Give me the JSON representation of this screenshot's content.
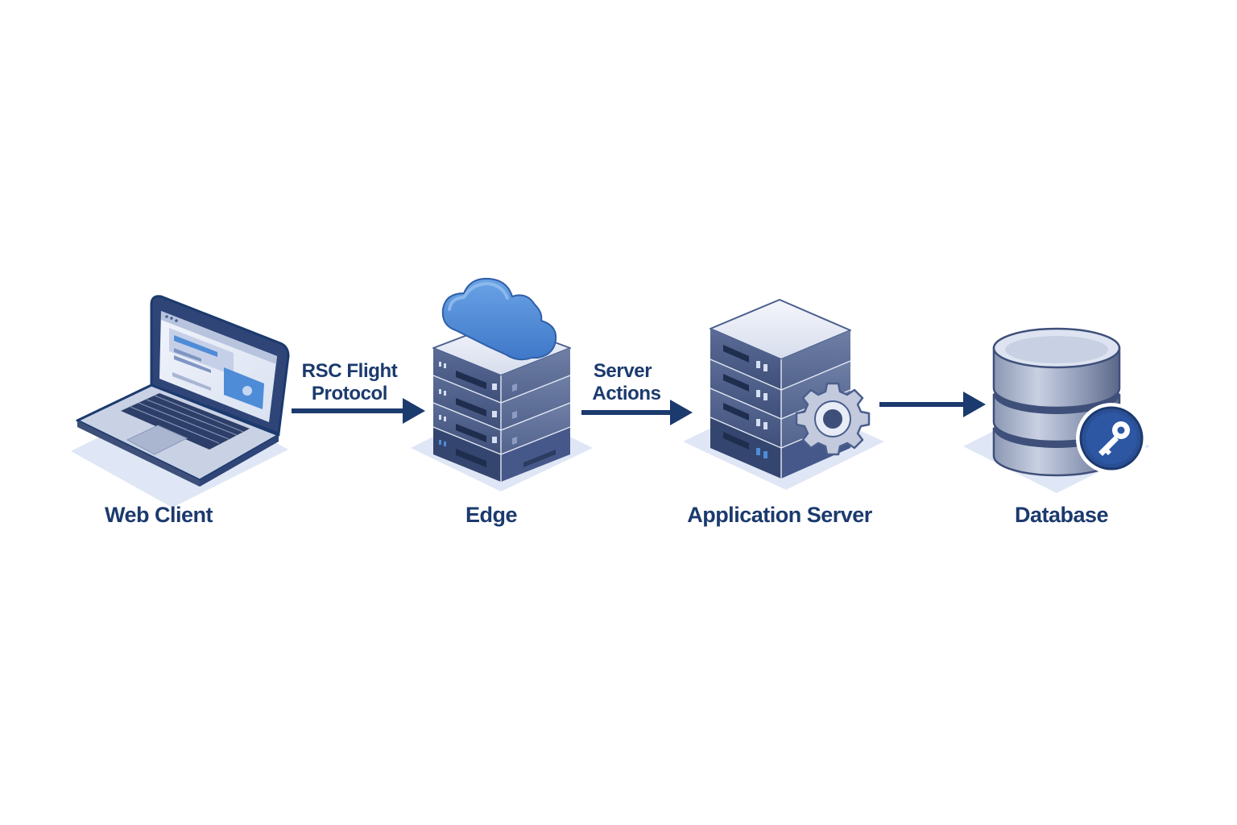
{
  "nodes": [
    {
      "id": "web-client",
      "label": "Web Client",
      "icon": "laptop-icon"
    },
    {
      "id": "edge",
      "label": "Edge",
      "icon": "edge-server-cloud-icon"
    },
    {
      "id": "application-server",
      "label": "Application Server",
      "icon": "server-gear-icon"
    },
    {
      "id": "database",
      "label": "Database",
      "icon": "database-key-icon"
    }
  ],
  "edges": [
    {
      "from": "web-client",
      "to": "edge",
      "label_line1": "RSC Flight",
      "label_line2": "Protocol"
    },
    {
      "from": "edge",
      "to": "application-server",
      "label_line1": "Server",
      "label_line2": "Actions"
    },
    {
      "from": "application-server",
      "to": "database",
      "label_line1": "",
      "label_line2": ""
    }
  ],
  "colors": {
    "navy": "#1b3a6e",
    "steel": "#4a5f8c",
    "light_panel": "#e4e9f4",
    "cloud_blue": "#4f8cd8",
    "shadow": "#dfe6f5"
  }
}
